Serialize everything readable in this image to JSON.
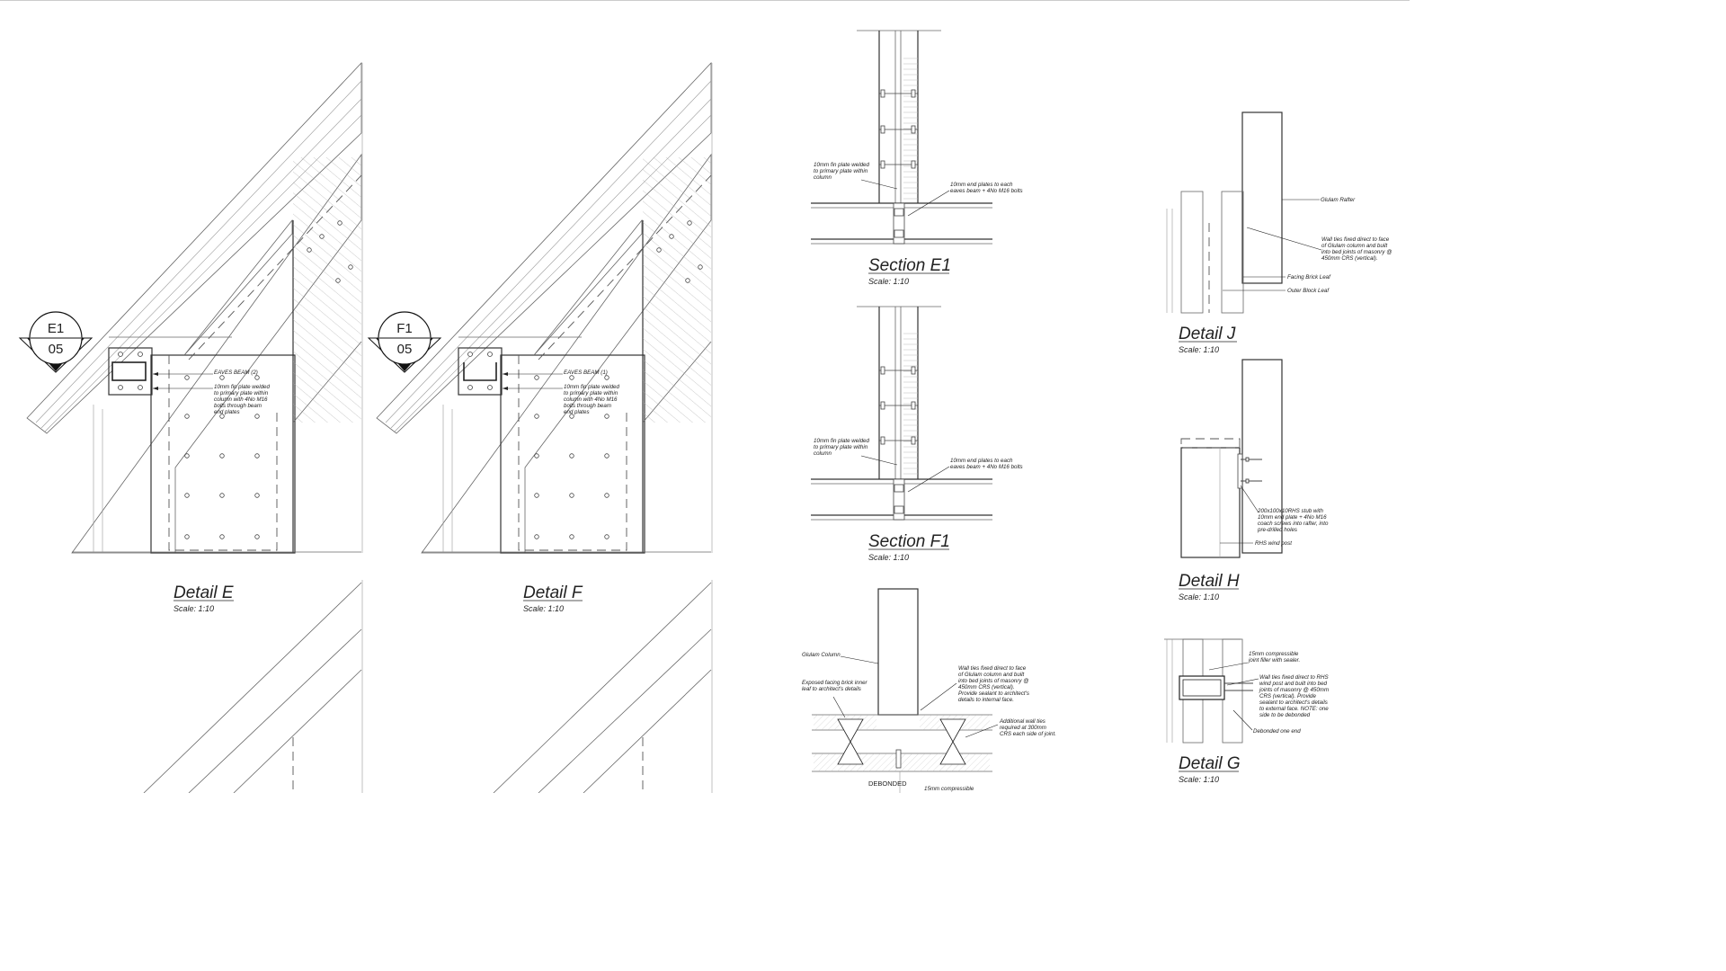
{
  "sheet": {
    "bubbles": [
      {
        "id": "E1",
        "sheet": "05"
      },
      {
        "id": "F1",
        "sheet": "05"
      }
    ],
    "details": {
      "E": {
        "title": "Detail E",
        "scale": "Scale: 1:10",
        "beam_label": "EAVES BEAM (2)",
        "note": [
          "10mm fin plate welded",
          "to primary plate within",
          "column with 4No M16",
          "bolts through beam",
          "end plates"
        ]
      },
      "F": {
        "title": "Detail F",
        "scale": "Scale: 1:10",
        "beam_label": "EAVES BEAM (1)",
        "note": [
          "10mm fin plate welded",
          "to primary plate within",
          "column with 4No M16",
          "bolts through beam",
          "end plates"
        ]
      },
      "SE1": {
        "title": "Section E1",
        "scale": "Scale: 1:10",
        "left_note": [
          "10mm fin plate welded",
          "to primary plate within",
          "column"
        ],
        "right_note": [
          "10mm end plates to each",
          "eaves beam + 4No M16 bolts"
        ]
      },
      "SF1": {
        "title": "Section F1",
        "scale": "Scale: 1:10",
        "left_note": [
          "10mm fin plate welded",
          "to primary plate within",
          "column"
        ],
        "right_note": [
          "10mm end plates to each",
          "eaves beam + 4No M16 bolts"
        ]
      },
      "column": {
        "glulam_label": "Glulam Column",
        "brick_note": [
          "Exposed facing brick inner",
          "leaf to architect's details"
        ],
        "ties_note": [
          "Wall ties fixed direct to face",
          "of Glulam column and built",
          "into bed joints of masonry @",
          "450mm CRS (vertical).",
          "Provide sealant to architect's",
          "details to internal face."
        ],
        "additional_note": [
          "Additional wall ties",
          "required at 300mm",
          "CRS each side of joint."
        ],
        "debonded_label": "DEBONDED",
        "compressible_label": "15mm compressible"
      },
      "J": {
        "title": "Detail J",
        "scale": "Scale: 1:10",
        "rafter_label": "Glulam Rafter",
        "ties_note": [
          "Wall ties fixed direct to face",
          "of Glulam column and built",
          "into bed joints of masonry @",
          "450mm CRS (vertical)."
        ],
        "facing_label": "Facing Brick Leaf",
        "outer_label": "Outer Block Leaf"
      },
      "H": {
        "title": "Detail H",
        "scale": "Scale: 1:10",
        "stub_note": [
          "200x100x10RHS stub with",
          "10mm end plate + 4No M16",
          "coach screws into rafter, into",
          "pre-drilled holes"
        ],
        "post_label": "RHS wind post"
      },
      "G": {
        "title": "Detail G",
        "scale": "Scale: 1:10",
        "filler_note": [
          "15mm compressible",
          "joint filler with sealer."
        ],
        "ties_note": [
          "Wall ties fixed direct to RHS",
          "wind post and built into bed",
          "joints of masonry @ 450mm",
          "CRS (vertical). Provide",
          "sealant to architect's details",
          "to external face. NOTE: one",
          "side to be debonded"
        ],
        "debonded_label": "Debonded one end"
      }
    }
  }
}
